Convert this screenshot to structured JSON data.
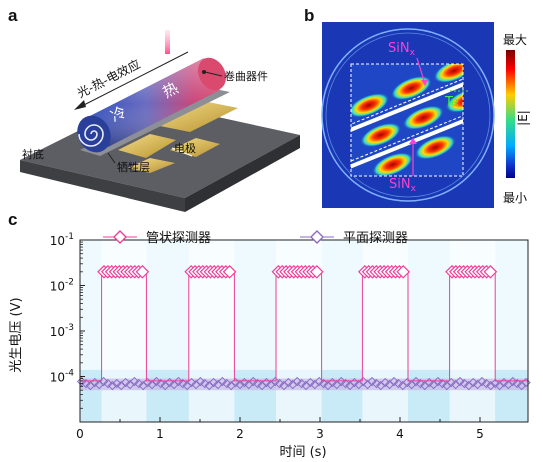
{
  "panels": {
    "a": {
      "letter": "a",
      "arrow_label": "光-热-电效应",
      "cold_label": "冷",
      "hot_label": "热",
      "device_label": "卷曲器件",
      "substrate_label": "衬底",
      "sacrificial_label": "牺牲层",
      "electrode_label": "电极"
    },
    "b": {
      "letter": "b",
      "sinx_top": "SiN",
      "sinx_bottom": "SiN",
      "sinx_sub": "x",
      "te_label": "Te",
      "colorbar_max": "最大",
      "colorbar_min": "最小",
      "colorbar_label": "|E|"
    },
    "c": {
      "letter": "c"
    }
  },
  "colors": {
    "tube_series": "#ec3f9a",
    "planar_series": "#8a6bc4",
    "cold": "#3a4fbd",
    "hot": "#c8306a"
  },
  "chart_data": {
    "type": "line",
    "xlabel": "时间 (s)",
    "ylabel": "光生电压 (V)",
    "xlim": [
      0,
      5.6
    ],
    "ylim": [
      1e-05,
      0.1
    ],
    "yscale": "log",
    "x_ticks": [
      "0",
      "1",
      "2",
      "3",
      "4",
      "5"
    ],
    "x_tick_values": [
      0,
      1,
      2,
      3,
      4,
      5
    ],
    "y_tick_labels": [
      {
        "base": "10",
        "exp": "-1"
      },
      {
        "base": "10",
        "exp": "-2"
      },
      {
        "base": "10",
        "exp": "-3"
      },
      {
        "base": "10",
        "exp": "-4"
      }
    ],
    "y_tick_values": [
      0.1,
      0.01,
      0.001,
      0.0001
    ],
    "legend_position": "top",
    "series": [
      {
        "name": "管状探测器",
        "marker": "diamond-open",
        "on_value": 0.02,
        "off_value": 8e-05,
        "on_intervals": [
          [
            0.27,
            0.83
          ],
          [
            1.36,
            1.93
          ],
          [
            2.45,
            3.02
          ],
          [
            3.53,
            4.1
          ],
          [
            4.62,
            5.19
          ]
        ]
      },
      {
        "name": "平面探测器",
        "marker": "diamond-open",
        "baseline_value": 7e-05,
        "band_min": 5e-05,
        "band_max": 9e-05
      }
    ]
  }
}
